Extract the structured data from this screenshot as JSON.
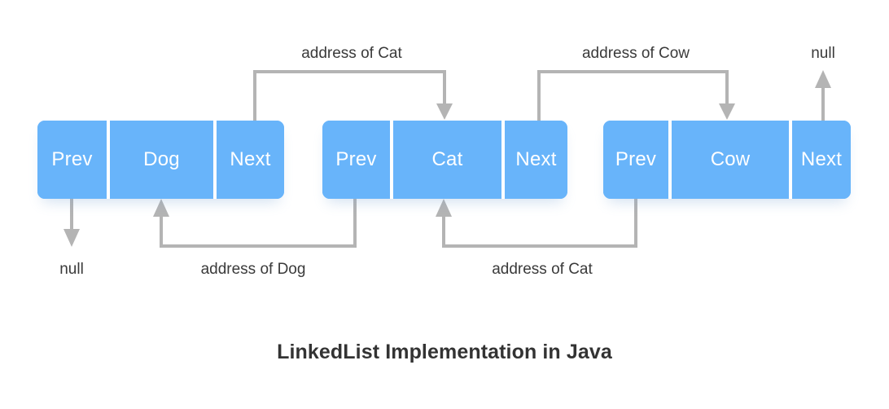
{
  "title": "LinkedList Implementation in Java",
  "colors": {
    "node_fill": "#68b4fa",
    "node_text": "#ffffff",
    "wire": "#b4b4b4",
    "label_text": "#3a3a3a",
    "title_text": "#333333",
    "background": "#ffffff"
  },
  "nodes": [
    {
      "id": "dog",
      "prev_label": "Prev",
      "value_label": "Dog",
      "next_label": "Next"
    },
    {
      "id": "cat",
      "prev_label": "Prev",
      "value_label": "Cat",
      "next_label": "Next"
    },
    {
      "id": "cow",
      "prev_label": "Prev",
      "value_label": "Cow",
      "next_label": "Next"
    }
  ],
  "connectors": {
    "top": [
      {
        "id": "dog-next-to-cat",
        "label": "address of Cat"
      },
      {
        "id": "cow-next-to-null",
        "label": "address of Cow"
      }
    ],
    "bottom": [
      {
        "id": "cat-prev-to-dog",
        "label": "address of Dog"
      },
      {
        "id": "cow-prev-to-cat",
        "label": "address of Cat"
      }
    ],
    "nulls": [
      {
        "id": "dog-prev-null",
        "label": "null"
      },
      {
        "id": "cow-next-null",
        "label": "null"
      }
    ]
  }
}
